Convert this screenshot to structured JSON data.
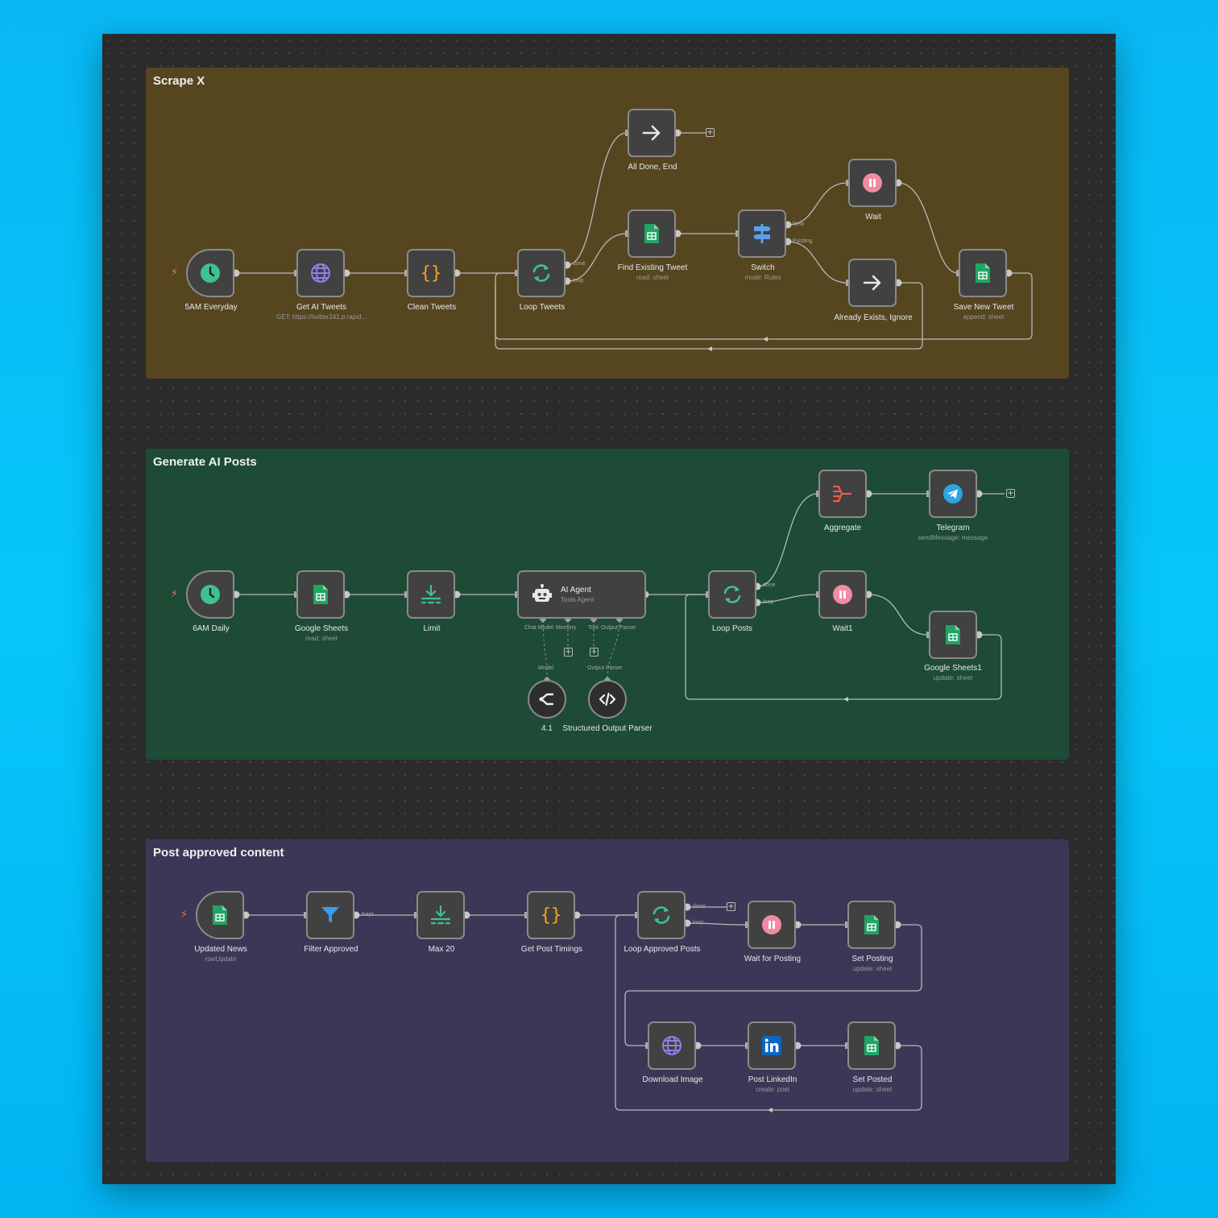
{
  "sections": [
    {
      "title": "Scrape X",
      "color": "#554620"
    },
    {
      "title": "Generate AI Posts",
      "color": "#1d4b36"
    },
    {
      "title": "Post approved content",
      "color": "#3c3756"
    }
  ],
  "scrape": {
    "trigger": {
      "label": "5AM Everyday"
    },
    "get_tweets": {
      "label": "Get AI Tweets",
      "sub": "GET: https://twitter241.p.rapid..."
    },
    "clean": {
      "label": "Clean Tweets"
    },
    "loop": {
      "label": "Loop Tweets",
      "done": "done",
      "loop": "loop"
    },
    "all_done": {
      "label": "All Done, End"
    },
    "find": {
      "label": "Find Existing Tweet",
      "sub": "read: sheet"
    },
    "switch": {
      "label": "Switch",
      "sub": "mode: Rules",
      "out_new": "New",
      "out_existing": "Existing"
    },
    "wait": {
      "label": "Wait"
    },
    "exists": {
      "label": "Already Exists, Ignore"
    },
    "save": {
      "label": "Save New Tweet",
      "sub": "append: sheet"
    }
  },
  "generate": {
    "trigger": {
      "label": "6AM Daily"
    },
    "sheets": {
      "label": "Google Sheets",
      "sub": "read: sheet"
    },
    "limit": {
      "label": "Limit"
    },
    "agent": {
      "title": "AI Agent",
      "sub": "Tools Agent",
      "in_chat": "Chat Model",
      "in_memory": "Memory",
      "in_tool": "Tool",
      "in_parser": "Output Parser"
    },
    "model": {
      "label": "4.1",
      "tag": "Model"
    },
    "parser": {
      "label": "Structured Output Parser",
      "tag": "Output Parser"
    },
    "loop": {
      "label": "Loop Posts",
      "done": "done",
      "loop": "loop"
    },
    "aggregate": {
      "label": "Aggregate"
    },
    "telegram": {
      "label": "Telegram",
      "sub": "sendMessage: message"
    },
    "wait": {
      "label": "Wait1"
    },
    "sheets1": {
      "label": "Google Sheets1",
      "sub": "update: sheet"
    }
  },
  "post": {
    "trigger": {
      "label": "Updated News",
      "sub": "rowUpdate"
    },
    "filter": {
      "label": "Filter Approved",
      "out": "Kept"
    },
    "max": {
      "label": "Max 20"
    },
    "timings": {
      "label": "Get Post Timings"
    },
    "loop": {
      "label": "Loop Approved Posts",
      "done": "done",
      "loop": "loop"
    },
    "wait": {
      "label": "Wait for Posting"
    },
    "set_posting": {
      "label": "Set Posting",
      "sub": "update: sheet"
    },
    "download": {
      "label": "Download Image"
    },
    "linkedin": {
      "label": "Post LinkedIn",
      "sub": "create: post"
    },
    "set_posted": {
      "label": "Set Posted",
      "sub": "update: sheet"
    }
  },
  "icons": {
    "schedule": "clock-icon",
    "http": "globe-icon",
    "code": "braces-icon",
    "loop": "refresh-icon",
    "noop": "arrow-right-icon",
    "sheets": "google-sheets-icon",
    "switch": "signpost-icon",
    "wait": "pause-icon",
    "limit": "download-limit-icon",
    "agent": "robot-icon",
    "openai": "openai-icon",
    "parser": "code-tag-icon",
    "aggregate": "aggregate-icon",
    "telegram": "telegram-icon",
    "filter": "funnel-icon",
    "linkedin": "linkedin-icon",
    "trigger": "lightning-bolt-icon",
    "add": "plus-icon"
  },
  "colors": {
    "clock": "#3ec28f",
    "sheets": "#21a464",
    "wait": "#f08ba3",
    "code": "#f5a623",
    "loop": "#3ec28f",
    "globe": "#8e7fe6",
    "switch": "#5c9eea",
    "telegram": "#2ca5e0",
    "linkedin": "#0a66c2",
    "filter": "#3b9bf2",
    "aggregate": "#ef5b4f",
    "bolt": "#ff6d5a"
  }
}
